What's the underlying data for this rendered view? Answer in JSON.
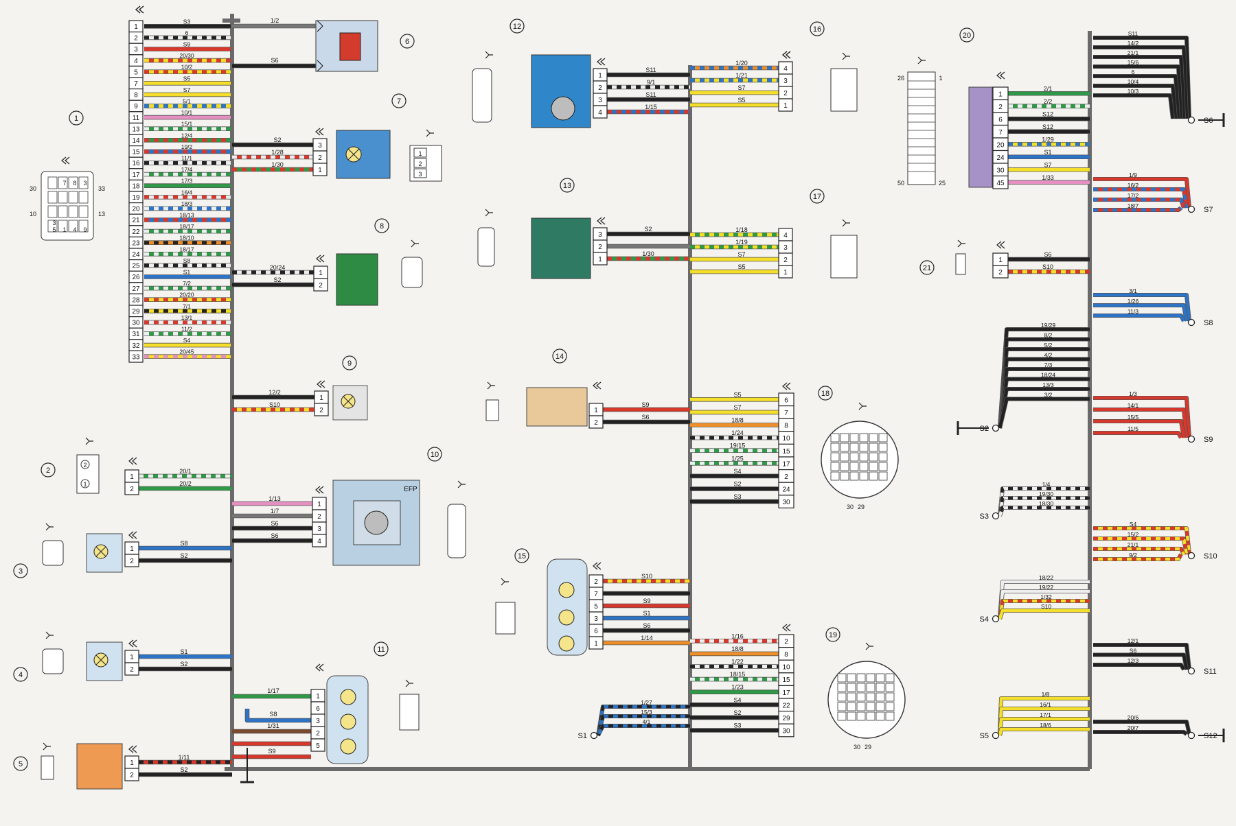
{
  "colors": {
    "W": "#eeeeee",
    "B": "#222222",
    "R": "#d8382c",
    "Y": "#f5df2a",
    "G": "#2e9a47",
    "U": "#2d73c6",
    "O": "#ef8f2a",
    "P": "#e58fc2",
    "N": "#7b4a2e",
    "V": "#8d6fb8",
    "GR": "#777777",
    "frame": "#6a6a6a",
    "wire_outline": "#555555"
  },
  "main_connector": {
    "pins": [
      "1",
      "2",
      "3",
      "4",
      "5",
      "7",
      "8",
      "9",
      "11",
      "13",
      "14",
      "15",
      "16",
      "17",
      "18",
      "19",
      "20",
      "21",
      "22",
      "23",
      "24",
      "25",
      "26",
      "27",
      "28",
      "29",
      "30",
      "31",
      "32",
      "33"
    ],
    "wires": [
      {
        "label": "S3",
        "c1": "B",
        "c2": null
      },
      {
        "label": "6",
        "c1": "W",
        "c2": "B"
      },
      {
        "label": "S9",
        "c1": "R",
        "c2": null
      },
      {
        "label": "20/30",
        "c1": "R",
        "c2": "Y"
      },
      {
        "label": "10/2",
        "c1": "Y",
        "c2": "R"
      },
      {
        "label": "S5",
        "c1": "Y",
        "c2": null
      },
      {
        "label": "S7",
        "c1": "Y",
        "c2": null
      },
      {
        "label": "5/1",
        "c1": "Y",
        "c2": "U"
      },
      {
        "label": "10/1",
        "c1": "P",
        "c2": null
      },
      {
        "label": "15/1",
        "c1": "G",
        "c2": "W"
      },
      {
        "label": "12/4",
        "c1": "G",
        "c2": "R"
      },
      {
        "label": "19/2",
        "c1": "U",
        "c2": "R"
      },
      {
        "label": "11/1",
        "c1": "W",
        "c2": "B"
      },
      {
        "label": "17/4",
        "c1": "G",
        "c2": "W"
      },
      {
        "label": "17/3",
        "c1": "G",
        "c2": null
      },
      {
        "label": "16/4",
        "c1": "W",
        "c2": "R"
      },
      {
        "label": "18/3",
        "c1": "U",
        "c2": "W"
      },
      {
        "label": "18/13",
        "c1": "U",
        "c2": "R"
      },
      {
        "label": "18/17",
        "c1": "G",
        "c2": "W"
      },
      {
        "label": "18/10",
        "c1": "O",
        "c2": "B"
      },
      {
        "label": "18/17",
        "c1": "G",
        "c2": "W"
      },
      {
        "label": "S8",
        "c1": "W",
        "c2": "B"
      },
      {
        "label": "S1",
        "c1": "U",
        "c2": null
      },
      {
        "label": "7/2",
        "c1": "G",
        "c2": "W"
      },
      {
        "label": "20/20",
        "c1": "Y",
        "c2": "R"
      },
      {
        "label": "7/1",
        "c1": "Y",
        "c2": "B"
      },
      {
        "label": "13/1",
        "c1": "W",
        "c2": "R"
      },
      {
        "label": "11/2",
        "c1": "G",
        "c2": "W"
      },
      {
        "label": "S4",
        "c1": "Y",
        "c2": null
      },
      {
        "label": "20/45",
        "c1": "Y",
        "c2": "P"
      }
    ]
  },
  "components": [
    {
      "num": "1"
    },
    {
      "num": "2"
    },
    {
      "num": "3"
    },
    {
      "num": "4"
    },
    {
      "num": "5"
    },
    {
      "num": "6"
    },
    {
      "num": "7"
    },
    {
      "num": "8"
    },
    {
      "num": "9"
    },
    {
      "num": "10"
    },
    {
      "num": "11"
    },
    {
      "num": "12"
    },
    {
      "num": "13"
    },
    {
      "num": "14"
    },
    {
      "num": "15"
    },
    {
      "num": "16"
    },
    {
      "num": "17"
    },
    {
      "num": "18"
    },
    {
      "num": "19"
    },
    {
      "num": "20"
    },
    {
      "num": "21"
    }
  ],
  "labels": {
    "efp": "EFP",
    "conn_pins": [
      "30",
      "33",
      "10",
      "13",
      "7",
      "8",
      "3",
      "3",
      "1",
      "4",
      "5",
      "9"
    ],
    "c20_range": [
      "26",
      "1",
      "50",
      "25"
    ],
    "round_pins": [
      "30",
      "29"
    ],
    "c2_pins": [
      "2",
      "1"
    ]
  },
  "connectors": {
    "c6": {
      "wires": [
        {
          "label": "1/2",
          "c1": "GR",
          "c2": null
        },
        {
          "label": "S6",
          "c1": "B",
          "c2": null
        }
      ]
    },
    "c7": {
      "pins": [
        "3",
        "2",
        "1"
      ],
      "wires": [
        {
          "label": "S2",
          "c1": "B",
          "c2": null
        },
        {
          "label": "1/28",
          "c1": "R",
          "c2": "W"
        },
        {
          "label": "1/30",
          "c1": "G",
          "c2": "R"
        }
      ]
    },
    "c8": {
      "pins": [
        "1",
        "2"
      ],
      "wires": [
        {
          "label": "20/24",
          "c1": "W",
          "c2": "B"
        },
        {
          "label": "S2",
          "c1": "B",
          "c2": null
        }
      ]
    },
    "c9": {
      "pins": [
        "1",
        "2"
      ],
      "wires": [
        {
          "label": "12/2",
          "c1": "B",
          "c2": null
        },
        {
          "label": "S10",
          "c1": "Y",
          "c2": "R"
        }
      ]
    },
    "c2": {
      "pins": [
        "1",
        "2"
      ],
      "wires": [
        {
          "label": "20/1",
          "c1": "G",
          "c2": "W"
        },
        {
          "label": "20/2",
          "c1": "G",
          "c2": null
        }
      ]
    },
    "c10": {
      "pins": [
        "1",
        "2",
        "3",
        "4"
      ],
      "wires": [
        {
          "label": "1/13",
          "c1": "P",
          "c2": null
        },
        {
          "label": "1/7",
          "c1": "GR",
          "c2": null
        },
        {
          "label": "S6",
          "c1": "B",
          "c2": null
        },
        {
          "label": "S6",
          "c1": "B",
          "c2": null
        }
      ]
    },
    "c3": {
      "pins": [
        "1",
        "2"
      ],
      "wires": [
        {
          "label": "S8",
          "c1": "U",
          "c2": null
        },
        {
          "label": "S2",
          "c1": "B",
          "c2": null
        }
      ]
    },
    "c4": {
      "pins": [
        "1",
        "2"
      ],
      "wires": [
        {
          "label": "S1",
          "c1": "U",
          "c2": null
        },
        {
          "label": "S2",
          "c1": "B",
          "c2": null
        }
      ]
    },
    "c5": {
      "pins": [
        "1",
        "2"
      ],
      "wires": [
        {
          "label": "1/11",
          "c1": "R",
          "c2": "B"
        },
        {
          "label": "S2",
          "c1": "B",
          "c2": null
        }
      ]
    },
    "c11": {
      "pins": [
        "1",
        "6",
        "3",
        "2",
        "5"
      ],
      "wires": [
        {
          "label": "1/17",
          "c1": "G",
          "c2": null
        },
        {
          "label": "S8",
          "c1": "U",
          "c2": null
        },
        {
          "label": "1/31",
          "c1": "N",
          "c2": null
        },
        {
          "label": "",
          "c1": "R",
          "c2": null
        },
        {
          "label": "S9",
          "c1": "R",
          "c2": null
        }
      ]
    },
    "c12": {
      "pins": [
        "1",
        "2",
        "3",
        "4"
      ],
      "wires": [
        {
          "label": "S11",
          "c1": "B",
          "c2": null
        },
        {
          "label": "9/1",
          "c1": "W",
          "c2": "B"
        },
        {
          "label": "S11",
          "c1": "B",
          "c2": null
        },
        {
          "label": "1/15",
          "c1": "U",
          "c2": "R"
        }
      ]
    },
    "c13": {
      "pins": [
        "3",
        "2",
        "1"
      ],
      "wires": [
        {
          "label": "S2",
          "c1": "B",
          "c2": null
        },
        {
          "label": "",
          "c1": "GR",
          "c2": null
        },
        {
          "label": "1/30",
          "c1": "G",
          "c2": "R"
        }
      ]
    },
    "c14": {
      "pins": [
        "1",
        "2"
      ],
      "wires": [
        {
          "label": "S9",
          "c1": "R",
          "c2": null
        },
        {
          "label": "S6",
          "c1": "B",
          "c2": null
        }
      ]
    },
    "c15": {
      "pins": [
        "2",
        "7",
        "5",
        "3",
        "6",
        "1"
      ],
      "wires": [
        {
          "label": "S10",
          "c1": "Y",
          "c2": "R"
        },
        {
          "label": "",
          "c1": "B",
          "c2": null
        },
        {
          "label": "S9",
          "c1": "R",
          "c2": null
        },
        {
          "label": "S1",
          "c1": "U",
          "c2": null
        },
        {
          "label": "S6",
          "c1": "B",
          "c2": null
        },
        {
          "label": "1/14",
          "c1": "O",
          "c2": null
        }
      ]
    },
    "c16": {
      "pins": [
        "4",
        "3",
        "2",
        "1"
      ],
      "wires": [
        {
          "label": "1/20",
          "c1": "O",
          "c2": "U"
        },
        {
          "label": "1/21",
          "c1": "Y",
          "c2": "U"
        },
        {
          "label": "S7",
          "c1": "Y",
          "c2": null
        },
        {
          "label": "S5",
          "c1": "Y",
          "c2": null
        }
      ]
    },
    "c17": {
      "pins": [
        "4",
        "3",
        "2",
        "1"
      ],
      "wires": [
        {
          "label": "1/18",
          "c1": "G",
          "c2": "Y"
        },
        {
          "label": "1/19",
          "c1": "Y",
          "c2": "G"
        },
        {
          "label": "S7",
          "c1": "Y",
          "c2": null
        },
        {
          "label": "S5",
          "c1": "Y",
          "c2": null
        }
      ]
    },
    "c18": {
      "pins": [
        "6",
        "7",
        "8",
        "10",
        "15",
        "17",
        "2",
        "24",
        "30"
      ],
      "wires": [
        {
          "label": "S5",
          "c1": "Y",
          "c2": null
        },
        {
          "label": "S7",
          "c1": "Y",
          "c2": null
        },
        {
          "label": "18/8",
          "c1": "O",
          "c2": null
        },
        {
          "label": "1/24",
          "c1": "W",
          "c2": "B"
        },
        {
          "label": "19/15",
          "c1": "G",
          "c2": "W"
        },
        {
          "label": "1/25",
          "c1": "G",
          "c2": "W"
        },
        {
          "label": "S4",
          "c1": "B",
          "c2": null
        },
        {
          "label": "S2",
          "c1": "B",
          "c2": null
        },
        {
          "label": "S3",
          "c1": "B",
          "c2": null
        }
      ]
    },
    "c19": {
      "pins": [
        "2",
        "8",
        "10",
        "15",
        "17",
        "22",
        "29",
        "30"
      ],
      "wires": [
        {
          "label": "1/16",
          "c1": "R",
          "c2": "W"
        },
        {
          "label": "18/8",
          "c1": "O",
          "c2": null
        },
        {
          "label": "1/22",
          "c1": "W",
          "c2": "B"
        },
        {
          "label": "18/15",
          "c1": "G",
          "c2": "W"
        },
        {
          "label": "1/23",
          "c1": "G",
          "c2": null
        },
        {
          "label": "S4",
          "c1": "B",
          "c2": null
        },
        {
          "label": "S2",
          "c1": "B",
          "c2": null
        },
        {
          "label": "S3",
          "c1": "B",
          "c2": null
        }
      ]
    },
    "c20": {
      "pins": [
        "1",
        "2",
        "6",
        "7",
        "20",
        "24",
        "30",
        "45"
      ],
      "wires": [
        {
          "label": "2/1",
          "c1": "G",
          "c2": null
        },
        {
          "label": "2/2",
          "c1": "G",
          "c2": "W"
        },
        {
          "label": "S12",
          "c1": "B",
          "c2": null
        },
        {
          "label": "S12",
          "c1": "B",
          "c2": null
        },
        {
          "label": "1/29",
          "c1": "Y",
          "c2": "U"
        },
        {
          "label": "S1",
          "c1": "U",
          "c2": null
        },
        {
          "label": "S7",
          "c1": "Y",
          "c2": null
        },
        {
          "label": "1/33",
          "c1": "P",
          "c2": null
        }
      ]
    },
    "c21": {
      "pins": [
        "1",
        "2"
      ],
      "wires": [
        {
          "label": "S6",
          "c1": "B",
          "c2": null
        },
        {
          "label": "S10",
          "c1": "Y",
          "c2": "R"
        }
      ]
    }
  },
  "splices": [
    {
      "name": "S6",
      "node_color": "B",
      "wires": [
        {
          "label": "S11",
          "c1": "B",
          "c2": null
        },
        {
          "label": "14/2",
          "c1": "B",
          "c2": null
        },
        {
          "label": "21/1",
          "c1": "B",
          "c2": null
        },
        {
          "label": "15/6",
          "c1": "B",
          "c2": null
        },
        {
          "label": "6",
          "c1": "B",
          "c2": null
        },
        {
          "label": "10/4",
          "c1": "B",
          "c2": null
        },
        {
          "label": "10/3",
          "c1": "B",
          "c2": null
        }
      ]
    },
    {
      "name": "S7",
      "node_color": "Y",
      "wires": [
        {
          "label": "1/9",
          "c1": "R",
          "c2": null
        },
        {
          "label": "16/2",
          "c1": "R",
          "c2": "U"
        },
        {
          "label": "17/2",
          "c1": "R",
          "c2": "U"
        },
        {
          "label": "18/7",
          "c1": "R",
          "c2": "U"
        }
      ]
    },
    {
      "name": "S8",
      "node_color": "U",
      "wires": [
        {
          "label": "3/1",
          "c1": "U",
          "c2": null
        },
        {
          "label": "1/26",
          "c1": "U",
          "c2": null
        },
        {
          "label": "11/3",
          "c1": "U",
          "c2": null
        }
      ]
    },
    {
      "name": "S2",
      "node_color": "B",
      "wires": [
        {
          "label": "19/29",
          "c1": "B",
          "c2": null
        },
        {
          "label": "8/2",
          "c1": "B",
          "c2": null
        },
        {
          "label": "5/2",
          "c1": "B",
          "c2": null
        },
        {
          "label": "4/2",
          "c1": "B",
          "c2": null
        },
        {
          "label": "7/3",
          "c1": "B",
          "c2": null
        },
        {
          "label": "18/24",
          "c1": "B",
          "c2": null
        },
        {
          "label": "13/3",
          "c1": "B",
          "c2": null
        },
        {
          "label": "3/2",
          "c1": "B",
          "c2": null
        }
      ]
    },
    {
      "name": "S9",
      "node_color": "R",
      "wires": [
        {
          "label": "1/3",
          "c1": "R",
          "c2": null
        },
        {
          "label": "14/1",
          "c1": "R",
          "c2": null
        },
        {
          "label": "15/5",
          "c1": "R",
          "c2": null
        },
        {
          "label": "11/5",
          "c1": "R",
          "c2": null
        }
      ]
    },
    {
      "name": "S3",
      "node_color": "B",
      "wires": [
        {
          "label": "1/4",
          "c1": "W",
          "c2": "B"
        },
        {
          "label": "19/30",
          "c1": "W",
          "c2": "B"
        },
        {
          "label": "18/30",
          "c1": "W",
          "c2": "B"
        }
      ]
    },
    {
      "name": "S10",
      "node_color": "Y",
      "wires": [
        {
          "label": "S4",
          "c1": "Y",
          "c2": "R"
        },
        {
          "label": "15/2",
          "c1": "Y",
          "c2": "R"
        },
        {
          "label": "21/1",
          "c1": "Y",
          "c2": "R"
        },
        {
          "label": "9/2",
          "c1": "Y",
          "c2": "R"
        }
      ]
    },
    {
      "name": "S4",
      "node_color": "B",
      "wires": [
        {
          "label": "18/22",
          "c1": "W",
          "c2": null
        },
        {
          "label": "19/22",
          "c1": "W",
          "c2": null
        },
        {
          "label": "1/32",
          "c1": "Y",
          "c2": "R"
        },
        {
          "label": "S10",
          "c1": "Y",
          "c2": null
        }
      ]
    },
    {
      "name": "S11",
      "node_color": "B",
      "wires": [
        {
          "label": "12/1",
          "c1": "B",
          "c2": null
        },
        {
          "label": "S6",
          "c1": "B",
          "c2": null
        },
        {
          "label": "12/3",
          "c1": "B",
          "c2": null
        }
      ]
    },
    {
      "name": "S5",
      "node_color": "Y",
      "wires": [
        {
          "label": "1/8",
          "c1": "Y",
          "c2": null
        },
        {
          "label": "16/1",
          "c1": "Y",
          "c2": null
        },
        {
          "label": "17/1",
          "c1": "Y",
          "c2": null
        },
        {
          "label": "18/6",
          "c1": "Y",
          "c2": null
        }
      ]
    },
    {
      "name": "S12",
      "node_color": "B",
      "wires": [
        {
          "label": "20/6",
          "c1": "B",
          "c2": null
        },
        {
          "label": "20/7",
          "c1": "B",
          "c2": null
        }
      ]
    },
    {
      "name": "S1",
      "node_color": "U",
      "wires": [
        {
          "label": "1/27",
          "c1": "U",
          "c2": "B"
        },
        {
          "label": "15/3",
          "c1": "U",
          "c2": "B"
        },
        {
          "label": "4/1",
          "c1": "U",
          "c2": "B"
        }
      ]
    }
  ]
}
